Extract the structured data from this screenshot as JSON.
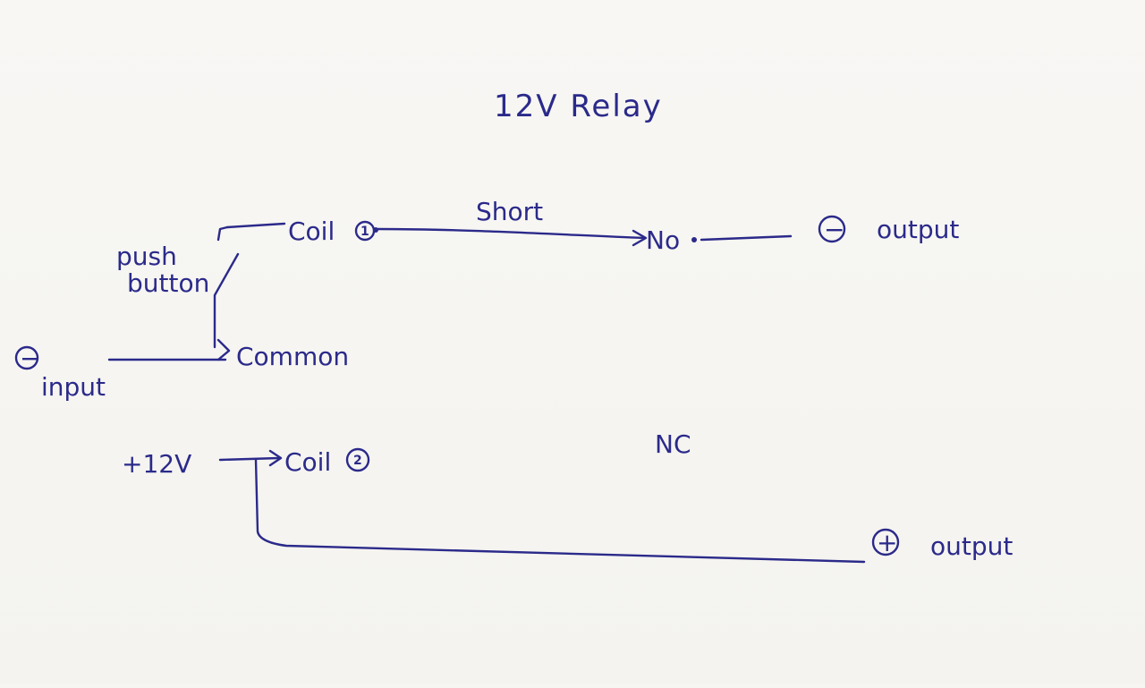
{
  "diagram": {
    "title": "12V Relay",
    "labels": {
      "coil1": "Coil",
      "coil1_num": "1",
      "short": "Short",
      "no": "No",
      "neg_output": "output",
      "push_button_line1": "push",
      "push_button_line2": "button",
      "common": "Common",
      "neg_input": "input",
      "plus12v": "+12V",
      "coil2": "Coil",
      "coil2_num": "2",
      "nc": "NC",
      "pos_output": "output"
    },
    "symbols": {
      "negative": "−",
      "positive": "+"
    },
    "colors": {
      "ink": "#2b2a8a",
      "paper": "#f6f5f2"
    }
  }
}
